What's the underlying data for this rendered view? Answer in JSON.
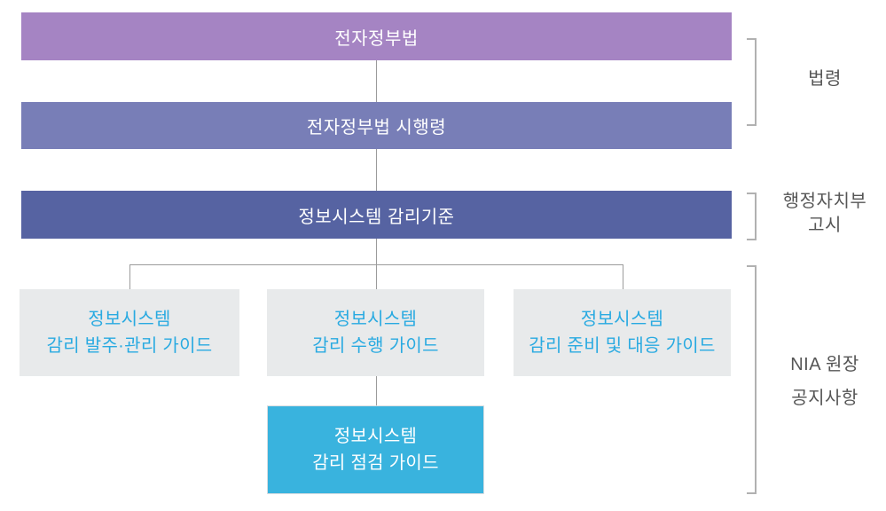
{
  "bars": [
    {
      "label": "전자정부법",
      "color": "#a584c3"
    },
    {
      "label": "전자정부법 시행령",
      "color": "#787eb7"
    },
    {
      "label": "정보시스템 감리기준",
      "color": "#5663a2"
    }
  ],
  "guides": {
    "bg": "#e8eaeb",
    "text_color": "#29aae1",
    "items": [
      {
        "line1": "정보시스템",
        "line2": "감리 발주·관리 가이드"
      },
      {
        "line1": "정보시스템",
        "line2": "감리 수행 가이드"
      },
      {
        "line1": "정보시스템",
        "line2": "감리 준비 및 대응 가이드"
      }
    ]
  },
  "sub_guide": {
    "bg": "#39b3de",
    "line1": "정보시스템",
    "line2": "감리 점검 가이드"
  },
  "annotations": [
    {
      "lines": [
        "법령"
      ]
    },
    {
      "lines": [
        "행정자치부",
        "고시"
      ]
    },
    {
      "lines": [
        "NIA 원장",
        "공지사항"
      ]
    }
  ],
  "colors": {
    "connector": "#9b9b9b",
    "bracket": "#b1b1b1",
    "annotation_text": "#565656"
  }
}
